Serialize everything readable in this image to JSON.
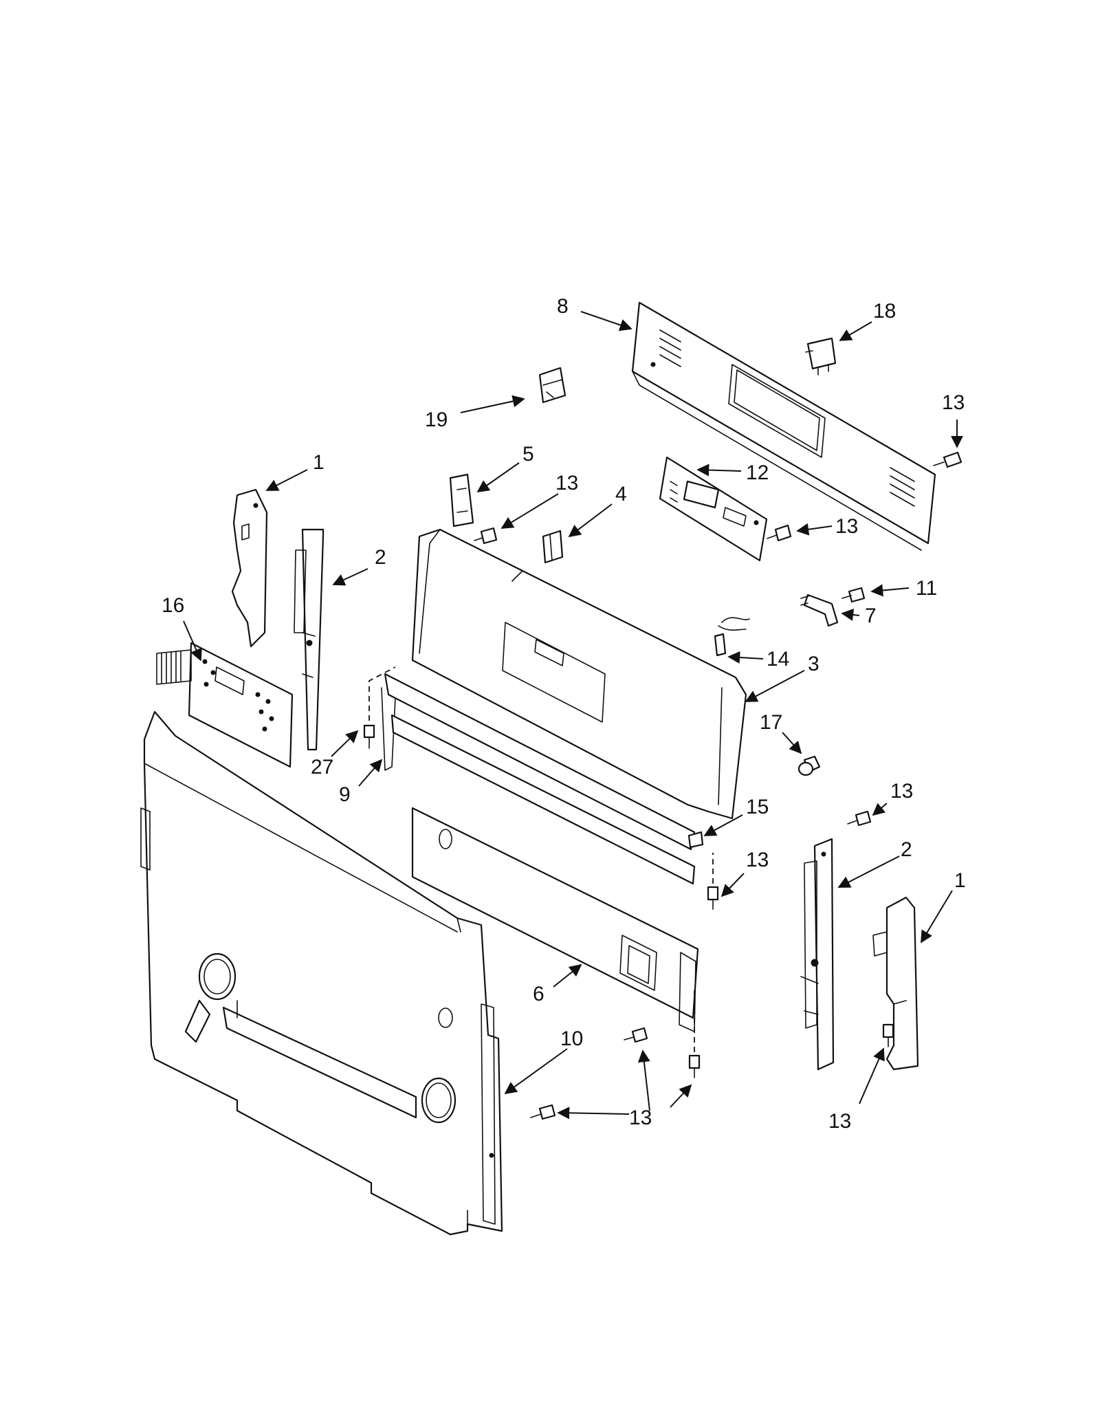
{
  "diagram": {
    "callouts": [
      {
        "id": "8",
        "text": "8"
      },
      {
        "id": "18",
        "text": "18"
      },
      {
        "id": "19",
        "text": "19"
      },
      {
        "id": "13-a",
        "text": "13"
      },
      {
        "id": "1-left",
        "text": "1"
      },
      {
        "id": "5",
        "text": "5"
      },
      {
        "id": "13-b",
        "text": "13"
      },
      {
        "id": "12",
        "text": "12"
      },
      {
        "id": "4",
        "text": "4"
      },
      {
        "id": "13-c",
        "text": "13"
      },
      {
        "id": "2-left",
        "text": "2"
      },
      {
        "id": "11",
        "text": "11"
      },
      {
        "id": "7",
        "text": "7"
      },
      {
        "id": "16",
        "text": "16"
      },
      {
        "id": "14",
        "text": "14"
      },
      {
        "id": "3",
        "text": "3"
      },
      {
        "id": "17",
        "text": "17"
      },
      {
        "id": "27",
        "text": "27"
      },
      {
        "id": "9",
        "text": "9"
      },
      {
        "id": "13-d",
        "text": "13"
      },
      {
        "id": "15",
        "text": "15"
      },
      {
        "id": "2-right",
        "text": "2"
      },
      {
        "id": "13-e",
        "text": "13"
      },
      {
        "id": "1-right",
        "text": "1"
      },
      {
        "id": "6",
        "text": "6"
      },
      {
        "id": "10",
        "text": "10"
      },
      {
        "id": "13-f",
        "text": "13"
      },
      {
        "id": "13-g",
        "text": "13"
      }
    ]
  }
}
